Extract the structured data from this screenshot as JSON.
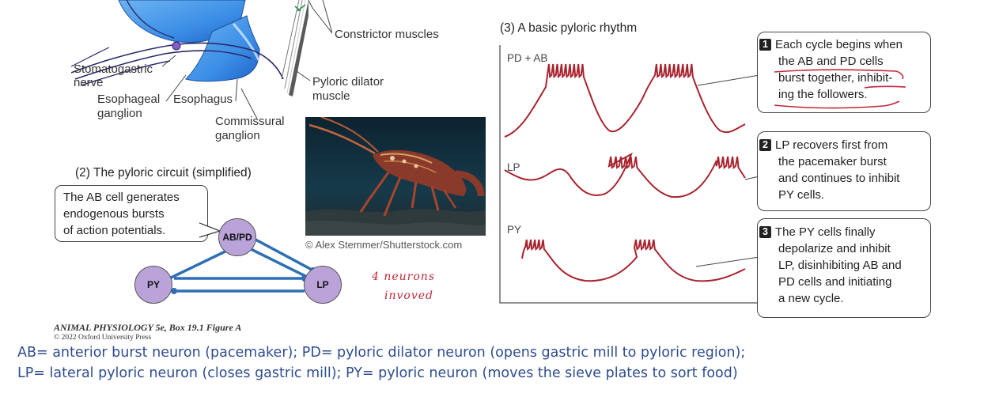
{
  "anatomy": {
    "constrictor": "Constrictor muscles",
    "stomatogastric_1": "Stomatogastric",
    "stomatogastric_2": "nerve",
    "esoph_ganglion_1": "Esophageal",
    "esoph_ganglion_2": "ganglion",
    "esophagus": "Esophagus",
    "pyloric_dilator_1": "Pyloric dilator",
    "pyloric_dilator_2": "muscle",
    "commissural_1": "Commissural",
    "commissural_2": "ganglion"
  },
  "photo": {
    "credit": "© Alex Stemmer/Shutterstock.com",
    "subject": "lobster-photo"
  },
  "circuit": {
    "title": "(2) The pyloric circuit (simplified)",
    "note_line1": "The AB cell generates",
    "note_line2": "endogenous bursts",
    "note_line3": "of action potentials.",
    "nodes": {
      "abpd": "AB/PD",
      "py": "PY",
      "lp": "LP"
    }
  },
  "handwritten": {
    "line1": "4 neurons",
    "line2": "invoved"
  },
  "rhythm": {
    "title": "(3) A basic pyloric rhythm",
    "traces": {
      "pdab": "PD + AB",
      "lp": "LP",
      "py": "PY"
    },
    "steps": [
      {
        "num": "1",
        "lines": [
          "Each cycle begins when",
          "the AB and PD cells",
          "burst together, inhibit-",
          "ing the followers."
        ]
      },
      {
        "num": "2",
        "lines": [
          "LP recovers first from",
          "the pacemaker burst",
          "and continues to inhibit",
          "PY cells."
        ]
      },
      {
        "num": "3",
        "lines": [
          "The PY cells finally",
          "depolarize and inhibit",
          "LP, disinhibiting AB and",
          "PD cells and initiating",
          "a new cycle."
        ]
      }
    ]
  },
  "credit": {
    "title": "ANIMAL PHYSIOLOGY 5e, Box 19.1 Figure A",
    "sub": "© 2022 Oxford University Press"
  },
  "notes": {
    "line1": "AB= anterior burst neuron (pacemaker); PD= pyloric dilator neuron (opens gastric mill to pyloric region);",
    "line2": "LP= lateral pyloric neuron (closes gastric mill); PY= pyloric neuron (moves the sieve plates to sort food)"
  },
  "colors": {
    "trace": "#a8242f",
    "neuron": "#b9a3d8",
    "circuit_line": "#2f6fb5",
    "notes": "#2e4d8f",
    "anatomy_blue": "#3f8fe0",
    "annotation_red": "#c2283b"
  }
}
